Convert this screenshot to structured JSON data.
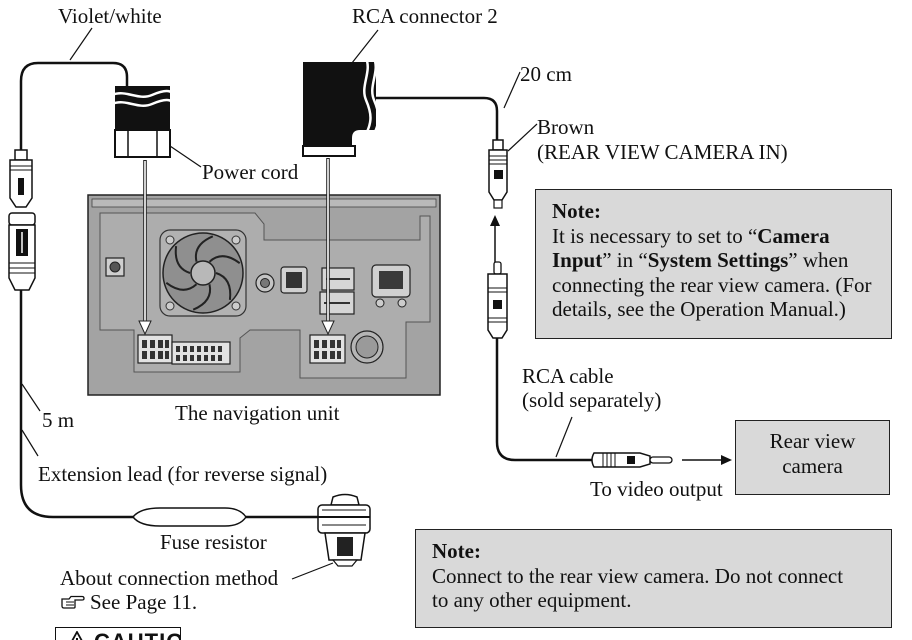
{
  "labels": {
    "violet_white": "Violet/white",
    "rca_connector_2": "RCA connector 2",
    "length_20cm": "20 cm",
    "brown": "Brown",
    "rear_view_camera_in": "(REAR VIEW CAMERA IN)",
    "power_cord": "Power cord",
    "navigation_unit": "The navigation unit",
    "length_5m": "5 m",
    "rca_cable": "RCA cable",
    "sold_separately": "(sold separately)",
    "to_video_output": "To video output",
    "extension_lead": "Extension lead (for reverse signal)",
    "fuse_resistor": "Fuse resistor",
    "about_connection_method": "About connection method",
    "see_page": "See Page 11."
  },
  "camera_box": {
    "text": "Rear view camera"
  },
  "note_setting": {
    "heading": "Note:",
    "text_1": "It is necessary to set to “",
    "bold_1": "Camera Input",
    "text_2": "” in “",
    "bold_2": "System Settings",
    "text_3": "” when connecting the rear view camera. (For details, see the Operation Manual.)"
  },
  "note_connect": {
    "heading": "Note:",
    "text": "Connect to the rear view camera. Do not connect to any other equipment."
  },
  "caution": {
    "label": "CAUTION"
  },
  "icons": {
    "reference": "pointing-hand-icon",
    "caution": "warning-triangle-icon",
    "arrows": "arrow-icon"
  },
  "colors": {
    "note_fill": "#d9d9d9",
    "unit_fill": "#a3a3a3",
    "line": "#111111"
  }
}
